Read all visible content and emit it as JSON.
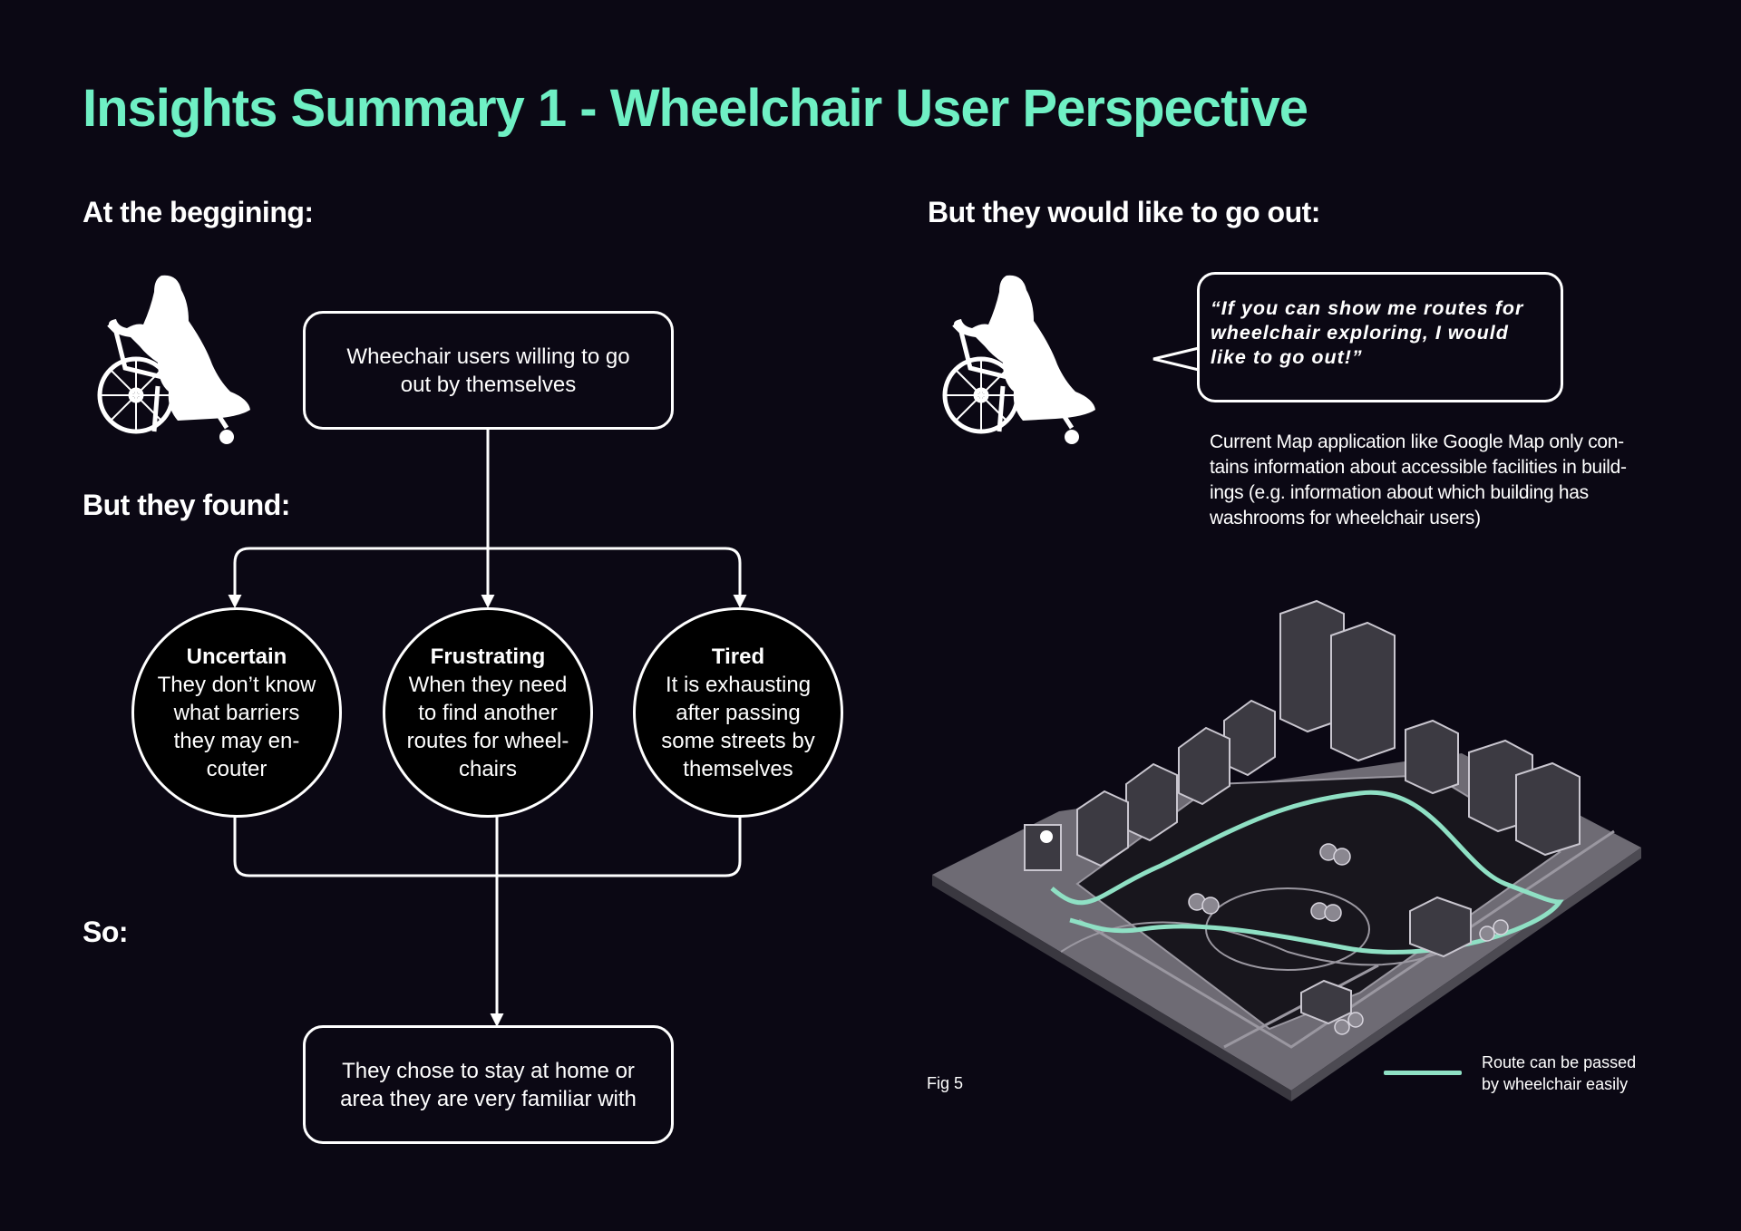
{
  "page": {
    "title": "Insights Summary 1 - Wheelchair User Perspective"
  },
  "colors": {
    "background": "#0b0814",
    "accent": "#6ff0c4",
    "route": "#8fe0c4",
    "line": "#ffffff"
  },
  "left": {
    "heading_begin": "At the beggining:",
    "heading_found": "But they found:",
    "heading_so": "So:",
    "box_start": [
      "Wheechair users willing to go",
      "out by themselves"
    ],
    "findings": [
      {
        "title": "Uncertain",
        "lines": [
          "They don’t know",
          "what barriers",
          "they may en-",
          "couter"
        ]
      },
      {
        "title": "Frustrating",
        "lines": [
          "When they need",
          "to find another",
          "routes for wheel-",
          "chairs"
        ]
      },
      {
        "title": "Tired",
        "lines": [
          "It is exhausting",
          "after passing",
          "some streets by",
          "themselves"
        ]
      }
    ],
    "box_end": [
      "They chose to stay at home or",
      "area they are very familiar with"
    ]
  },
  "right": {
    "heading": "But they would like to go out:",
    "quote": "“If you can show me routes for wheelchair exploring, I would like to go out!”",
    "map_note": [
      "Current Map application like Google Map only con-",
      "tains information about accessible facilities in build-",
      "ings (e.g. information about which building has",
      "washrooms for wheelchair users)"
    ],
    "fig_label": "Fig 5",
    "legend": [
      "Route can be passed",
      "by wheelchair easily"
    ]
  },
  "icons": {
    "wheelchair_user": "wheelchair-user-icon"
  }
}
